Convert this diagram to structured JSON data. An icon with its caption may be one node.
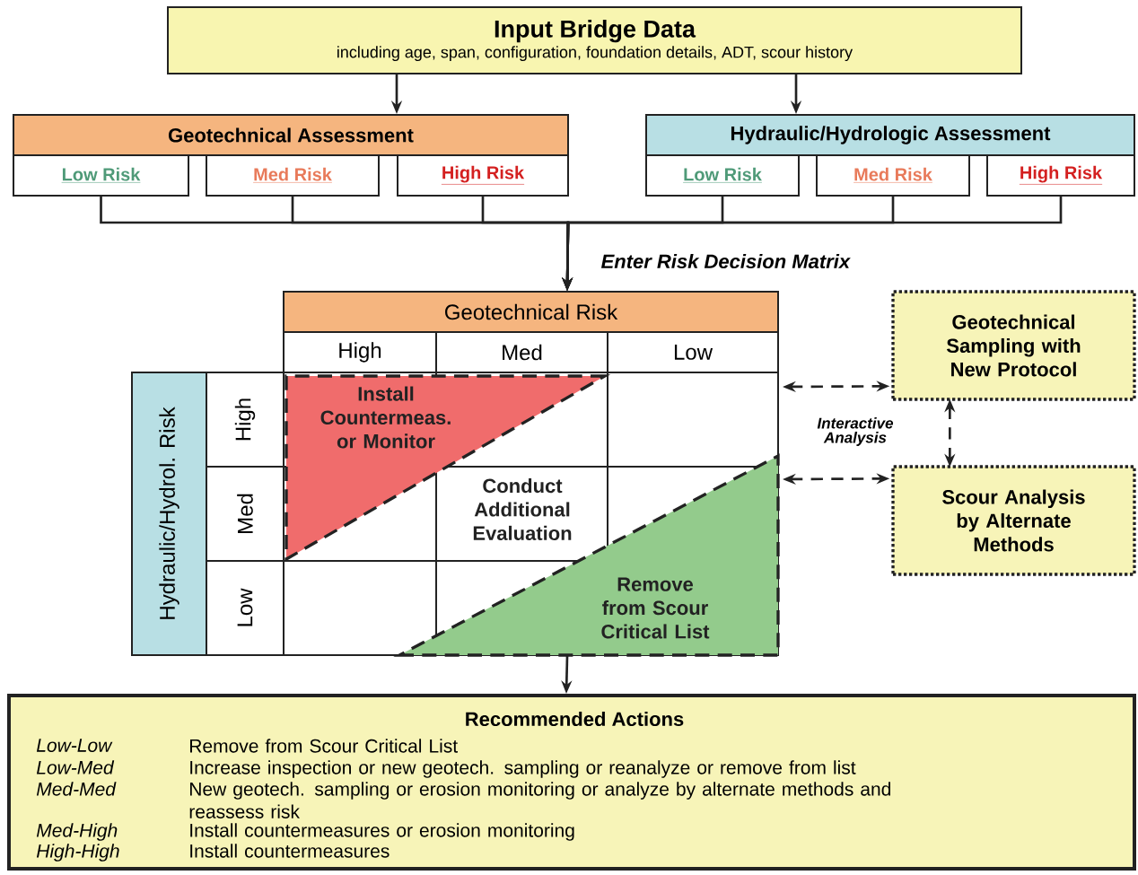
{
  "diagram": {
    "nodes": [
      {
        "text": [
          "Input Bridge Data",
          "including age, span, configuration, foundation details, ADT, scour history"
        ]
      },
      {
        "text": [
          "Geotechnical Assessment"
        ]
      },
      {
        "text": [
          "Low Risk"
        ]
      },
      {
        "text": [
          "Med Risk"
        ]
      },
      {
        "text": [
          "High Risk"
        ]
      },
      {
        "text": [
          "Hydraulic/Hydrologic Assessment"
        ]
      },
      {
        "text": [
          "Low Risk"
        ]
      },
      {
        "text": [
          "Med Risk"
        ]
      },
      {
        "text": [
          "High Risk"
        ]
      },
      {
        "text": [
          "Geotechnical Risk"
        ]
      },
      {
        "text": [
          "High"
        ]
      },
      {
        "text": [
          "Med"
        ]
      },
      {
        "text": [
          "Low"
        ]
      },
      {
        "text": [
          "Hydraulic/Hydrol. Risk"
        ]
      },
      {
        "text": [
          "High"
        ]
      },
      {
        "text": [
          "Med"
        ]
      },
      {
        "text": [
          "Low"
        ]
      },
      {
        "text": [],
        "shape": "box"
      },
      {
        "text": [
          "Install Countermeas. or Monitor"
        ],
        "in": 17
      },
      {
        "text": [
          "Conduct Additional Evaluation"
        ],
        "in": 17
      },
      {
        "text": [
          "Remove from Scour Critical List"
        ],
        "in": 17
      },
      {
        "text": [
          "Geotechnical Sampling with New Protocol"
        ]
      },
      {
        "text": [
          "Scour Analysis by Alternate Methods"
        ]
      },
      {
        "text": [
          "Recommended Actions",
          "Low-Low",
          "Remove from Scour Critical List",
          "Low-Med",
          "Increase inspection or new geotech. sampling or reanalyze or remove from list",
          "Med-Med",
          "New geotech. sampling or erosion monitoring or analyze by alternate methods and reassess risk",
          "Med-High",
          "Install countermeasures or erosion monitoring",
          "High-High",
          "Install countermeasures"
        ]
      }
    ],
    "edges": [
      {
        "from": 0,
        "to": 1,
        "arrow": "to"
      },
      {
        "from": 0,
        "to": 5,
        "arrow": "to"
      },
      {
        "from": 2,
        "to": 9,
        "arrow": "to"
      },
      {
        "from": 3,
        "to": 9,
        "arrow": "to"
      },
      {
        "from": 4,
        "to": 9,
        "arrow": "to",
        "label": "Enter Risk Decision Matrix"
      },
      {
        "from": 6,
        "to": 9,
        "arrow": "to"
      },
      {
        "from": 7,
        "to": 9,
        "arrow": "to"
      },
      {
        "from": 8,
        "to": 9,
        "arrow": "to"
      },
      {
        "from": 17,
        "to": 23,
        "arrow": "to"
      },
      {
        "from": 17,
        "to": 21,
        "arrow": "both",
        "style": "dashed"
      },
      {
        "from": 17,
        "to": 22,
        "arrow": "both",
        "style": "dashed"
      },
      {
        "from": 21,
        "to": 22,
        "arrow": "both",
        "style": "dashed"
      }
    ],
    "labels": [
      "Interactive Analysis"
    ]
  }
}
